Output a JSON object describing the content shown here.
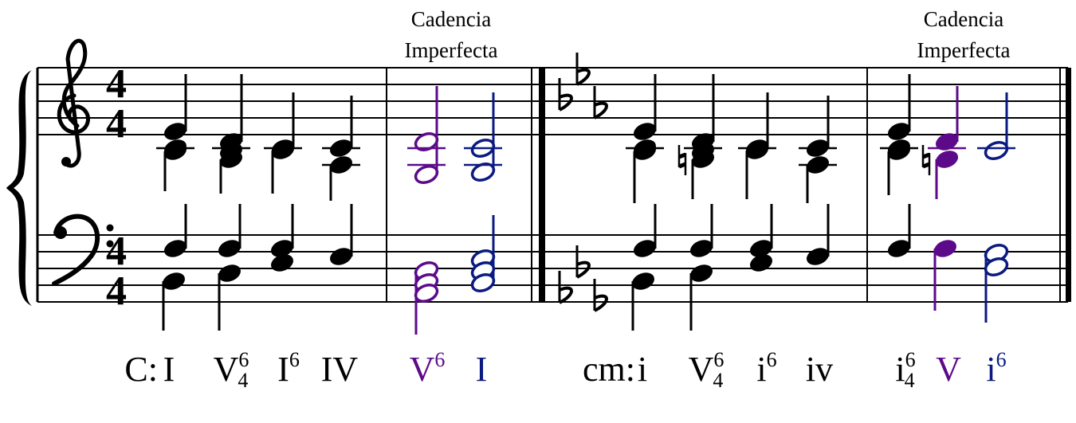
{
  "colors": {
    "ink": "#000000",
    "annotation": "#a00000",
    "dominant": "#5c0a8a",
    "tonic": "#0a1a80"
  },
  "annotations": {
    "major_cadence": {
      "line1": "Cadencia",
      "line2": "Imperfecta"
    },
    "minor_cadence": {
      "line1": "Cadencia",
      "line2": "Imperfecta"
    }
  },
  "time_signature": {
    "numerator": "4",
    "denominator": "4"
  },
  "analysis": {
    "major": {
      "key": "C:",
      "chords": [
        {
          "base": "I",
          "sup": "",
          "sub": ""
        },
        {
          "base": "V",
          "sup": "6",
          "sub": "4"
        },
        {
          "base": "I",
          "sup": "6",
          "sub": ""
        },
        {
          "base": "IV",
          "sup": "",
          "sub": ""
        },
        {
          "base": "V",
          "sup": "6",
          "sub": ""
        },
        {
          "base": "I",
          "sup": "",
          "sub": ""
        }
      ]
    },
    "minor": {
      "key": "cm:",
      "chords": [
        {
          "base": "i",
          "sup": "",
          "sub": ""
        },
        {
          "base": "V",
          "sup": "6",
          "sub": "4"
        },
        {
          "base": "i",
          "sup": "6",
          "sub": ""
        },
        {
          "base": "iv",
          "sup": "",
          "sub": ""
        },
        {
          "base": "i",
          "sup": "6",
          "sub": "4"
        },
        {
          "base": "V",
          "sup": "",
          "sub": ""
        },
        {
          "base": "i",
          "sup": "6",
          "sub": ""
        }
      ]
    }
  },
  "icons": {
    "treble_clef": "treble-clef-icon",
    "bass_clef": "bass-clef-icon",
    "flat": "flat-icon",
    "natural": "natural-icon",
    "brace": "brace-icon"
  }
}
